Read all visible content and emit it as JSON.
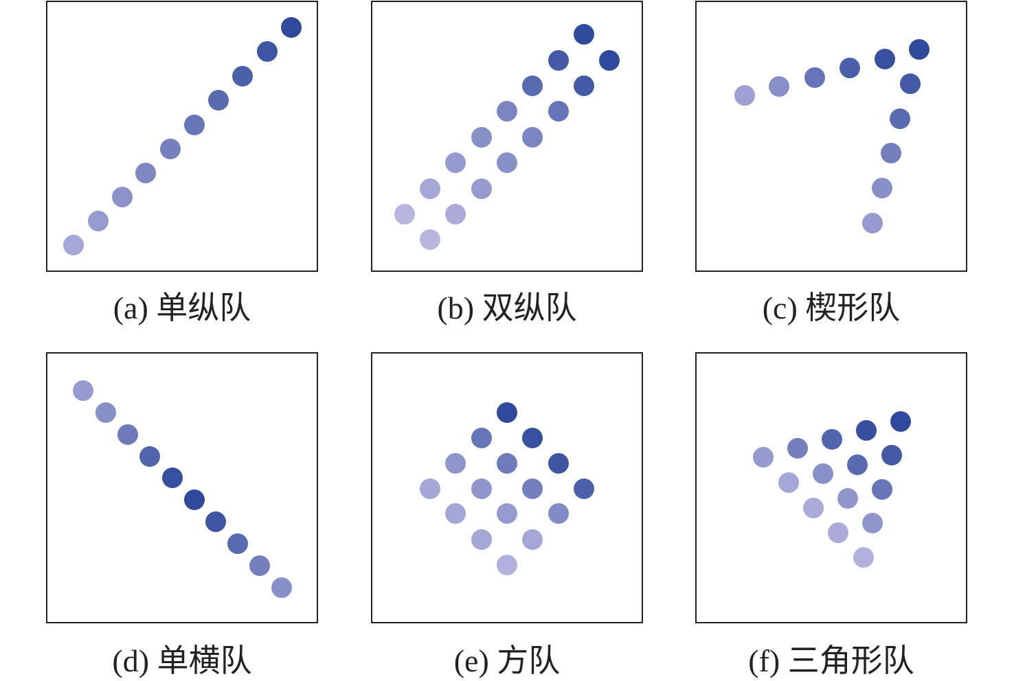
{
  "panels": [
    {
      "caption": "(a) 单纵队"
    },
    {
      "caption": "(b) 双纵队"
    },
    {
      "caption": "(c) 楔形队"
    },
    {
      "caption": "(d) 单横队"
    },
    {
      "caption": "(e) 方队"
    },
    {
      "caption": "(f) 三角形队"
    }
  ],
  "colors": {
    "light": "#b8b6e0",
    "dark": "#2f4a9c",
    "frame": "#222222"
  }
}
